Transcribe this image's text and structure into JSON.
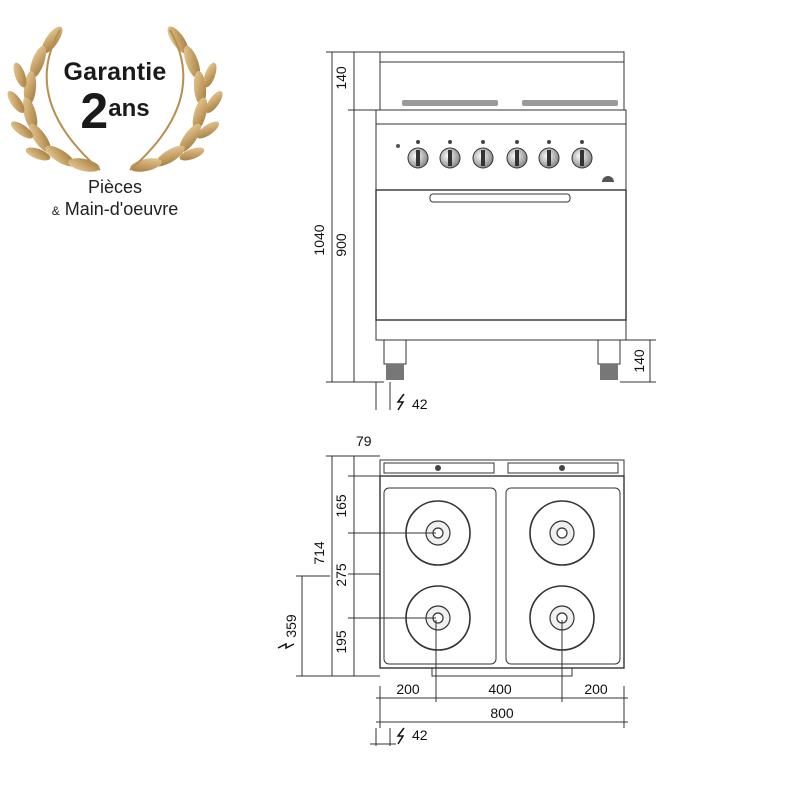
{
  "badge": {
    "title": "Garantie",
    "years_number": "2",
    "years_unit": "ans",
    "line1": "Pièces",
    "line2_prefix": "&",
    "line2": "Main-d'oeuvre",
    "laurel_color": "#c8a368"
  },
  "front_view": {
    "dim_total_height": "1040",
    "dim_body_height": "900",
    "dim_top_height": "140",
    "dim_leg_height": "140",
    "power_label": "42",
    "knob_count": 6
  },
  "top_view": {
    "dim_back": "79",
    "dim_rear_plate": "165",
    "dim_depth": "714",
    "dim_plate_spacing": "275",
    "dim_front_plate": "195",
    "dim_connection": "359",
    "dim_width_left": "200",
    "dim_width_center": "400",
    "dim_width_right": "200",
    "dim_width_total": "800",
    "power_label": "42"
  },
  "colors": {
    "line": "#333333",
    "metal_light": "#e6e6e6",
    "metal_mid": "#c9c9c9",
    "metal_dark": "#8a8a8a"
  }
}
